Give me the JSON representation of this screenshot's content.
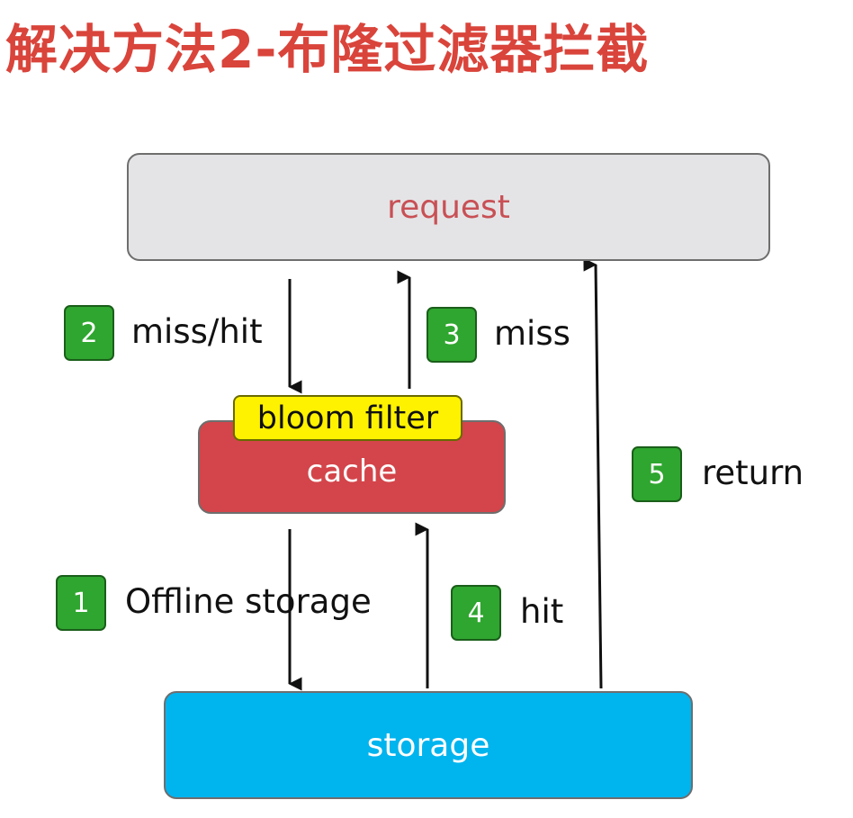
{
  "title": "解决方法2-布隆过滤器拦截",
  "nodes": {
    "request": "request",
    "bloom_filter": "bloom filter",
    "cache": "cache",
    "storage": "storage"
  },
  "steps": [
    {
      "number": "1",
      "label": "Offline storage"
    },
    {
      "number": "2",
      "label": "miss/hit"
    },
    {
      "number": "3",
      "label": "miss"
    },
    {
      "number": "4",
      "label": "hit"
    },
    {
      "number": "5",
      "label": "return"
    }
  ],
  "colors": {
    "title": "#d9443b",
    "request_fill": "#e4e4e6",
    "request_text": "#c85055",
    "cache_fill": "#d3454a",
    "bloom_fill": "#fff200",
    "storage_fill": "#00b4ee",
    "badge_fill": "#2fa62f"
  }
}
